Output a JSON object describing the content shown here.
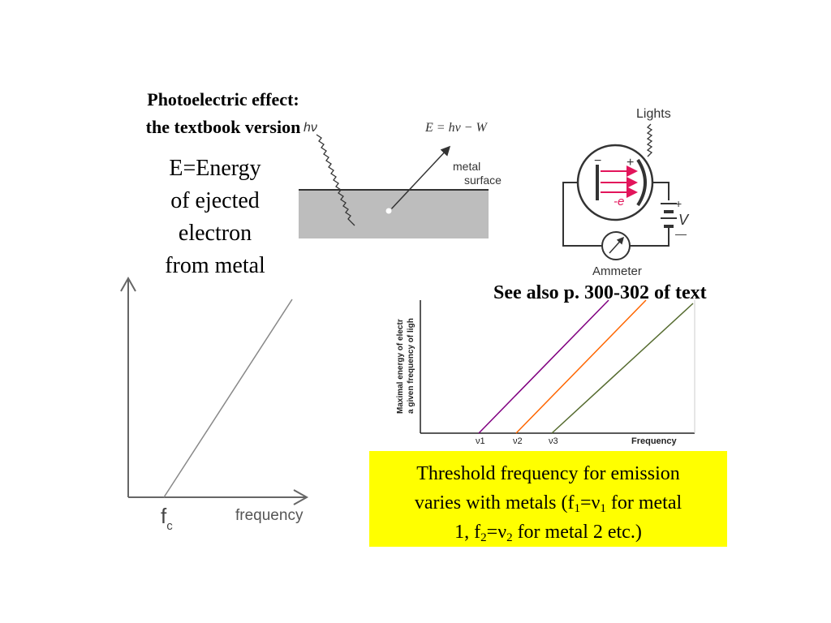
{
  "title": {
    "line1": "Photoelectric effect:",
    "line2": "the textbook version"
  },
  "energy_label": {
    "line1": "E=Energy",
    "line2": "of ejected",
    "line3": "electron",
    "line4": "from metal"
  },
  "see_also": "See also p. 300-302 of text",
  "reflection_diagram": {
    "equation": "E  =  hν − W",
    "incoming_label": "hν",
    "surface_label_1": "metal",
    "surface_label_2": "surface"
  },
  "circuit_diagram": {
    "lights_label": "Lights",
    "minus": "−",
    "plus": "+",
    "electron_label": "-e",
    "battery_plus": "+",
    "battery_label": "V",
    "battery_minus": "—",
    "ammeter_label": "Ammeter"
  },
  "left_graph": {
    "x_label": "frequency",
    "fc_main": "f",
    "fc_sub": "c"
  },
  "right_graph": {
    "y_label_1": "Maximal energy of electr",
    "y_label_2": "a given frequency of ligh",
    "x_label": "Frequency",
    "ticks": [
      "ν1",
      "ν2",
      "ν3"
    ],
    "line_colors": [
      "#800080",
      "#ff6600",
      "#556b2f"
    ]
  },
  "yellow_box": {
    "l1_a": "Threshold frequency for emission",
    "l2_a": "varies with metals (f",
    "l2_sub1": "1",
    "l2_b": "=ν",
    "l2_sub2": "1",
    "l2_c": " for metal",
    "l3_a": "1, f",
    "l3_sub1": "2",
    "l3_b": "=ν",
    "l3_sub2": "2",
    "l3_c": " for metal 2 etc.)"
  }
}
